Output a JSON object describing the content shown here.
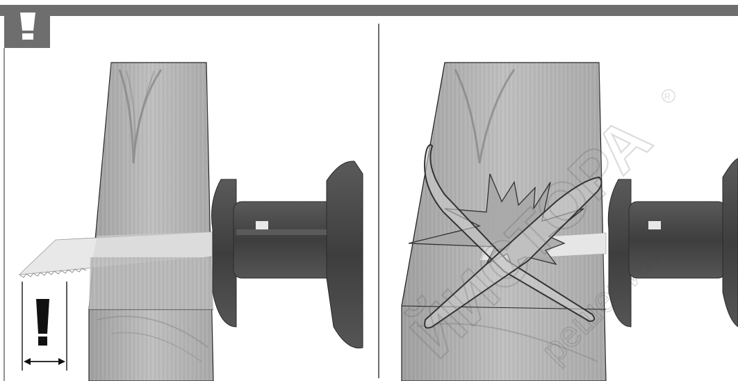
{
  "header": {
    "bar_color": "#6e6e6e",
    "icon": "attention-exclamation-icon"
  },
  "panels": [
    {
      "name": "correct-usage",
      "content": "saw blade protrudes beyond the workpiece thickness",
      "indicator_icon": "exclamation-icon",
      "measure_icon": "double-arrow-icon"
    },
    {
      "name": "incorrect-usage",
      "content": "saw blade too short, blade kicks back",
      "overlay_icon": "cross-out-icon",
      "impact_icon": "kickback-burst-icon"
    }
  ],
  "watermark": {
    "text": "ЙИСТОРА",
    "subtext": "решения",
    "symbol": "®"
  },
  "colors": {
    "frame_gray": "#6e6e6e",
    "wood_light": "#c8c8c8",
    "wood_dark": "#9a9a9a",
    "saw_body": "#4e4e4e",
    "blade": "#e6e6e6"
  }
}
